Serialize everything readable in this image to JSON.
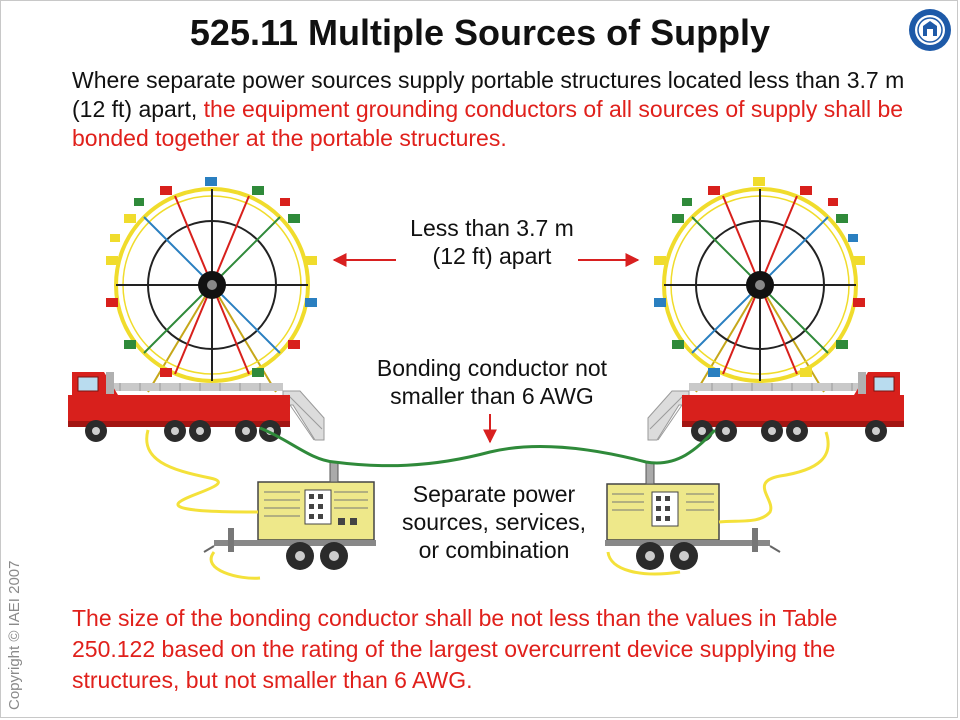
{
  "title": "525.11 Multiple Sources of Supply",
  "intro": {
    "black": "Where separate power sources supply portable structures located less than 3.7 m (12 ft) apart, ",
    "red": "the equipment grounding conductors of all sources of supply shall be bonded together at the portable structures."
  },
  "labels": {
    "distance_line1": "Less than 3.7 m",
    "distance_line2": "(12 ft) apart",
    "bonding_line1": "Bonding conductor not",
    "bonding_line2": "smaller than 6 AWG",
    "sources_line1": "Separate power",
    "sources_line2": "sources, services,",
    "sources_line3": "or combination"
  },
  "bottom_text": "The size of the bonding conductor shall be not less than the values in Table 250.122 based on the rating of the largest overcurrent device supplying the structures, but not smaller than 6 AWG.",
  "copyright": "Copyright © IAEI 2007",
  "colors": {
    "red_text": "#e0201b",
    "truck_red": "#d8201c",
    "wheel_yellow": "#f4e13a",
    "generator_yellow": "#eee88a",
    "bond_green": "#2f8a3a",
    "arrow_red": "#d82020",
    "logo_blue": "#1e5aa8"
  },
  "icons": {
    "ferris_wheel": "ferris-wheel-icon",
    "truck": "truck-icon",
    "generator": "generator-icon",
    "logo": "iaei-seal-icon"
  }
}
